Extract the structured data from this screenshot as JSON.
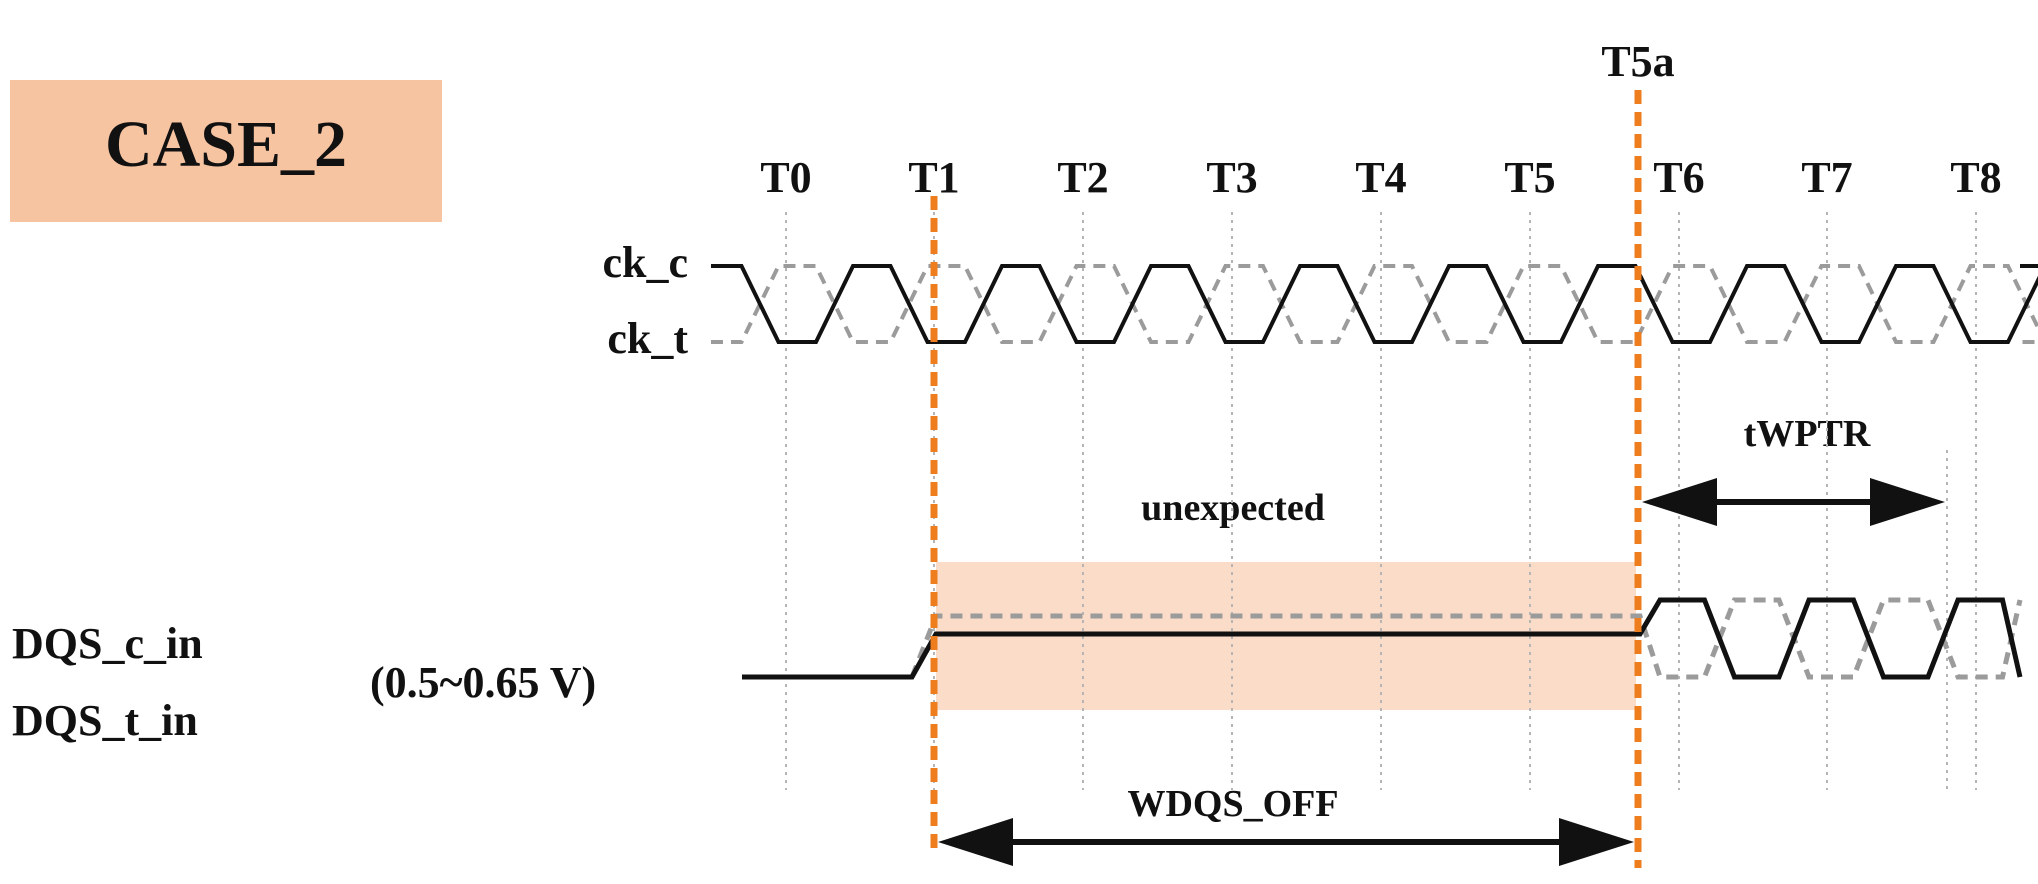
{
  "case_label": "CASE_2",
  "time_labels": [
    "T0",
    "T1",
    "T2",
    "T3",
    "T4",
    "T5",
    "T6",
    "T7",
    "T8"
  ],
  "t5a_label": "T5a",
  "signals": {
    "ck_c": "ck_c",
    "ck_t": "ck_t",
    "dqs_c_in": "DQS_c_in",
    "dqs_t_in": "DQS_t_in",
    "voltage": "(0.5~0.65 V)"
  },
  "annotations": {
    "unexpected": "unexpected",
    "wdqs_off": "WDQS_OFF",
    "twptr": "tWPTR"
  },
  "colors": {
    "case_box": "#f7c4a2",
    "unexpected_band": "#fbdcc8",
    "marker": "#ee7d1e",
    "solid_wave": "#111111",
    "dashed_wave": "#9b9b9b",
    "grid": "#b5b5b5"
  }
}
